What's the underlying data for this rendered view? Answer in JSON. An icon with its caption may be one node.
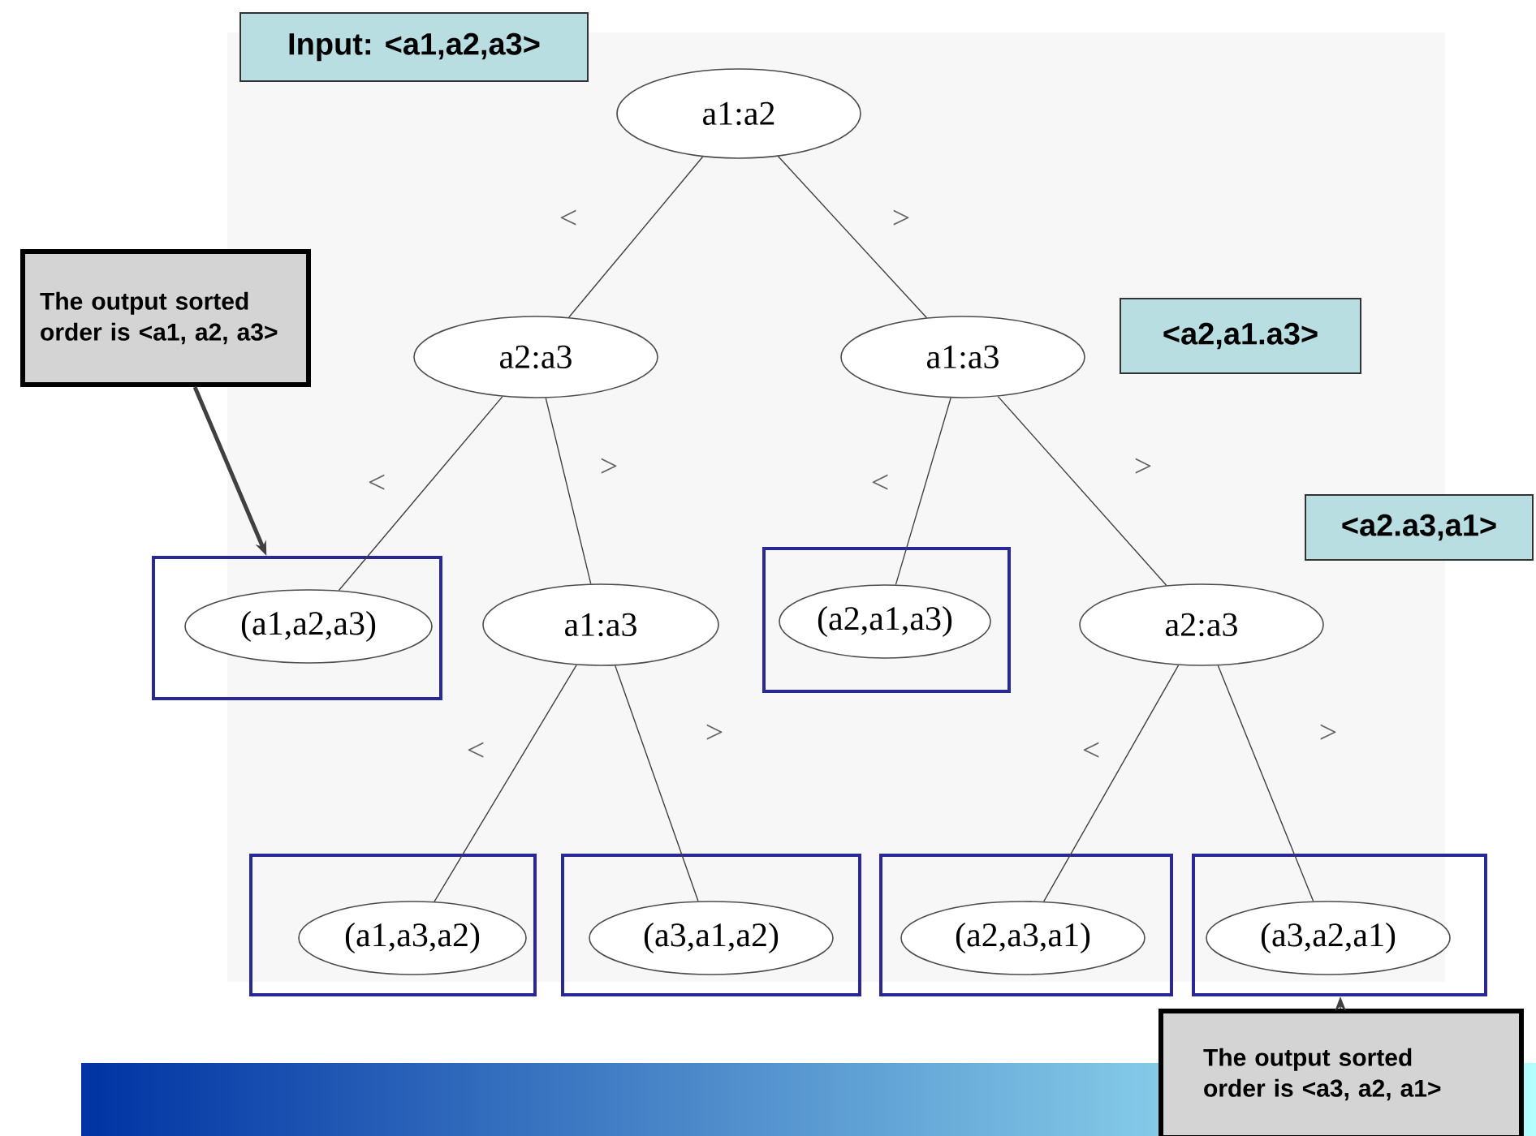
{
  "diagram": {
    "nodes": [
      {
        "text": [
          "a1:a2"
        ]
      },
      {
        "text": [
          "The output sorted order is <a1, a2, a3>"
        ]
      },
      {
        "text": [
          "a2:a3"
        ]
      },
      {
        "text": [
          "a1:a3"
        ]
      },
      {
        "text": [],
        "shape": "box"
      },
      {
        "text": [
          "(a1,a2,a3)"
        ],
        "in": 4
      },
      {
        "text": [
          "a1:a3"
        ]
      },
      {
        "text": [],
        "shape": "box"
      },
      {
        "text": [
          "(a2,a1,a3)"
        ],
        "in": 7
      },
      {
        "text": [
          "a2:a3"
        ]
      },
      {
        "text": [],
        "shape": "box"
      },
      {
        "text": [
          "(a1,a3,a2)"
        ],
        "in": 10
      },
      {
        "text": [],
        "shape": "box"
      },
      {
        "text": [
          "(a3,a1,a2)"
        ],
        "in": 12
      },
      {
        "text": [],
        "shape": "box"
      },
      {
        "text": [
          "(a2,a3,a1)"
        ],
        "in": 14
      },
      {
        "text": [],
        "shape": "box"
      },
      {
        "text": [
          "(a3,a2,a1)"
        ],
        "in": 16
      },
      {
        "text": [
          "The output sorted order is <a3, a2, a1>"
        ]
      }
    ],
    "edges": [
      {
        "from": 0,
        "to": 2,
        "arrow": "none",
        "label": "<"
      },
      {
        "from": 0,
        "to": 3,
        "arrow": "none",
        "label": ">"
      },
      {
        "from": 2,
        "to": 5,
        "arrow": "none",
        "label": "<"
      },
      {
        "from": 2,
        "to": 6,
        "arrow": "none",
        "label": ">"
      },
      {
        "from": 3,
        "to": 8,
        "arrow": "none",
        "label": "<"
      },
      {
        "from": 3,
        "to": 9,
        "arrow": "none",
        "label": ">"
      },
      {
        "from": 6,
        "to": 11,
        "arrow": "none",
        "label": "<"
      },
      {
        "from": 6,
        "to": 13,
        "arrow": "none",
        "label": ">"
      },
      {
        "from": 9,
        "to": 15,
        "arrow": "none",
        "label": "<"
      },
      {
        "from": 9,
        "to": 17,
        "arrow": "none",
        "label": ">"
      },
      {
        "from": 1,
        "to": 4,
        "arrow": "to",
        "style": "thick"
      },
      {
        "from": 18,
        "to": 16,
        "arrow": "to"
      }
    ],
    "labels": [
      "Input: <a1,a2,a3>",
      "<a2,a1.a3>",
      "<a2.a3,a1>"
    ]
  }
}
